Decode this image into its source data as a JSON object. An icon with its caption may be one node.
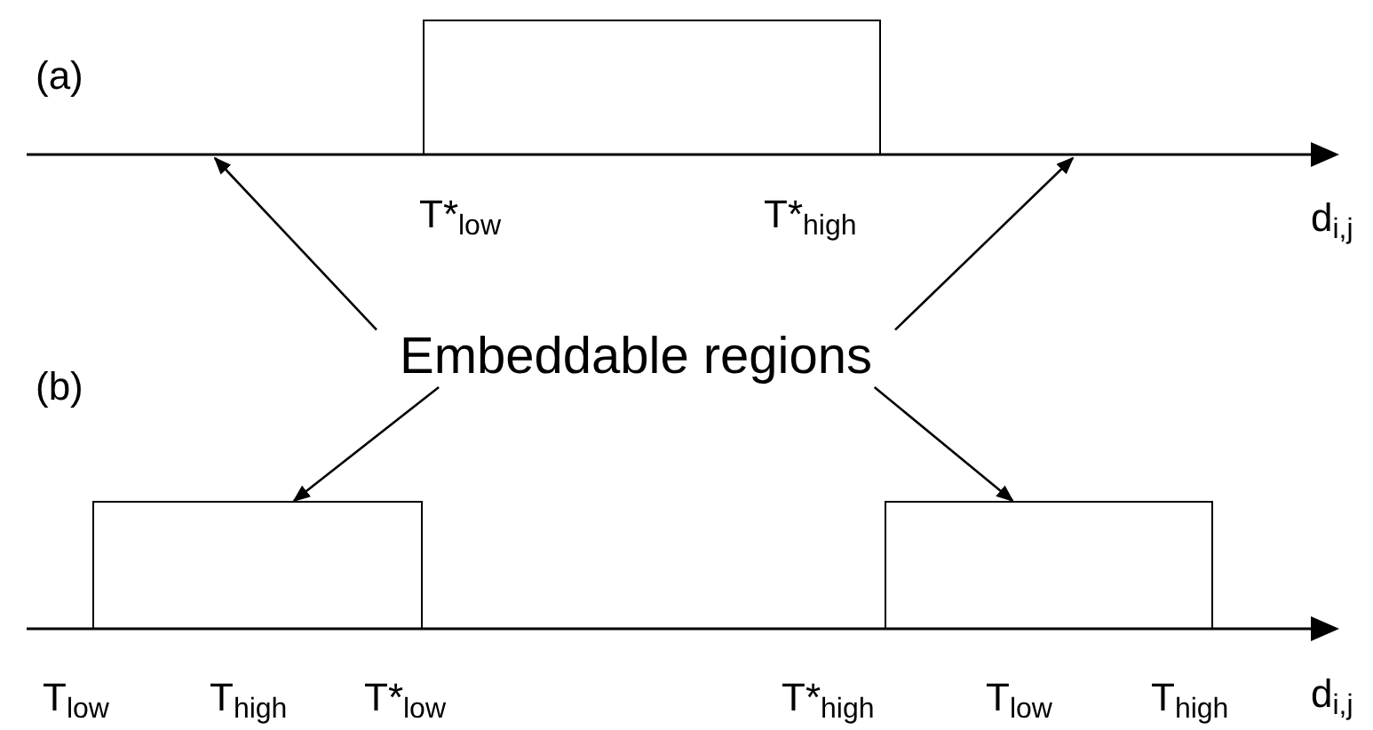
{
  "diagram": {
    "nodes": [
      {
        "text": [
          "Embeddable regions"
        ]
      },
      {
        "text": [],
        "shape": "box"
      },
      {
        "text": [],
        "shape": "box"
      },
      {
        "text": [],
        "shape": "box"
      }
    ],
    "edges": [
      {
        "from": 0,
        "to": null,
        "arrow": "to"
      },
      {
        "from": 0,
        "to": null,
        "arrow": "to"
      },
      {
        "from": 0,
        "to": 2,
        "arrow": "to"
      },
      {
        "from": 0,
        "to": 3,
        "arrow": "to"
      }
    ],
    "labels": [
      "(a)",
      "T*$_{low}$",
      "T*$_{high}$",
      "d$_{i,j}$",
      "(b)",
      "T$_{low}$",
      "T$_{high}$",
      "T*$_{low}$",
      "T*$_{high}$",
      "T$_{low}$",
      "T$_{high}$",
      "d$_{i,j}$"
    ]
  }
}
